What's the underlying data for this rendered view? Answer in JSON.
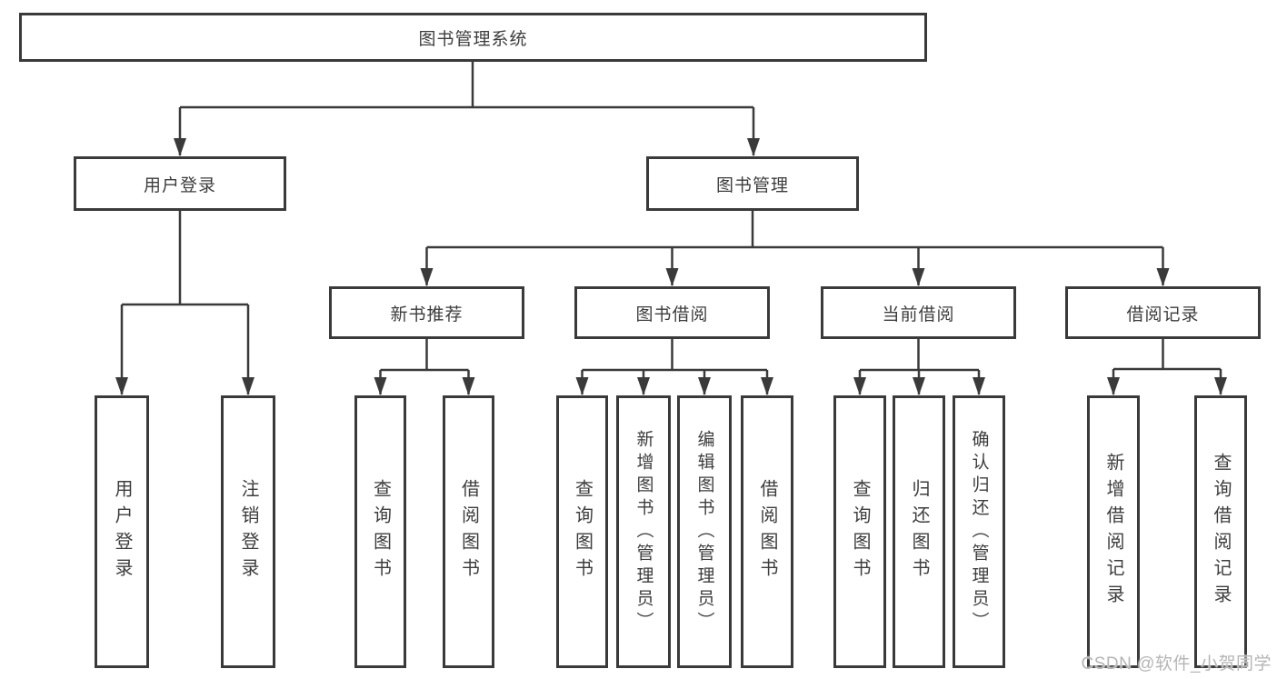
{
  "title": "图书管理系统",
  "level2": [
    {
      "label": "用户登录"
    },
    {
      "label": "图书管理"
    }
  ],
  "level3": [
    {
      "label": "新书推荐"
    },
    {
      "label": "图书借阅"
    },
    {
      "label": "当前借阅"
    },
    {
      "label": "借阅记录"
    }
  ],
  "leaves": [
    {
      "label": "用户登录"
    },
    {
      "label": "注销登录"
    },
    {
      "label": "查询图书"
    },
    {
      "label": "借阅图书"
    },
    {
      "label": "查询图书"
    },
    {
      "label": "新增图书（管理员）"
    },
    {
      "label": "编辑图书（管理员）"
    },
    {
      "label": "借阅图书"
    },
    {
      "label": "查询图书"
    },
    {
      "label": "归还图书"
    },
    {
      "label": "确认归还（管理员）"
    },
    {
      "label": "新增借阅记录"
    },
    {
      "label": "查询借阅记录"
    }
  ],
  "watermark": "CSDN @软件_小贺同学",
  "colors": {
    "line": "#3a3a3a",
    "box_background": "#ffffff",
    "text": "#3d3d3d",
    "watermark": "#b5b5b5"
  }
}
